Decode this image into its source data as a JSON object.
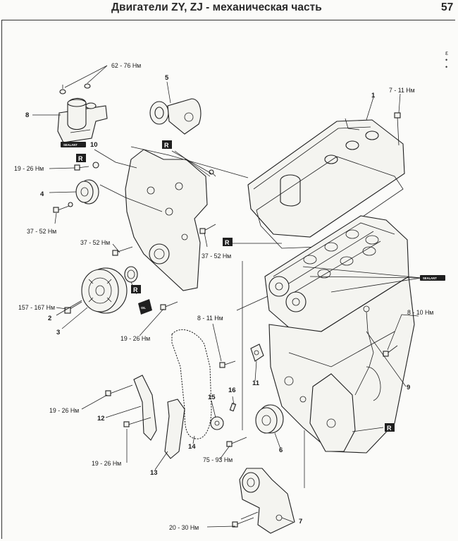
{
  "header": {
    "title": "Двигатели ZY, ZJ - механическая часть",
    "page_number": "57"
  },
  "diagram": {
    "torque_labels": [
      "62 - 76 Нм",
      "7 - 11 Нм",
      "19 - 26 Нм",
      "37 - 52 Нм",
      "37 - 52 Нм",
      "37 - 52 Нм",
      "157 - 167 Нм",
      "19 - 26 Нм",
      "8 - 11 Нм",
      "8 - 10 Нм",
      "19 - 26 Нм",
      "19 - 26 Нм",
      "75 - 93 Нм",
      "20 - 30 Нм"
    ],
    "part_numbers": [
      "1",
      "2",
      "3",
      "4",
      "5",
      "6",
      "7",
      "8",
      "9",
      "10",
      "11",
      "12",
      "13",
      "14",
      "15",
      "16"
    ],
    "marker_letter": "R",
    "sealant_text": "SEALANT",
    "oil_text": "OIL"
  }
}
